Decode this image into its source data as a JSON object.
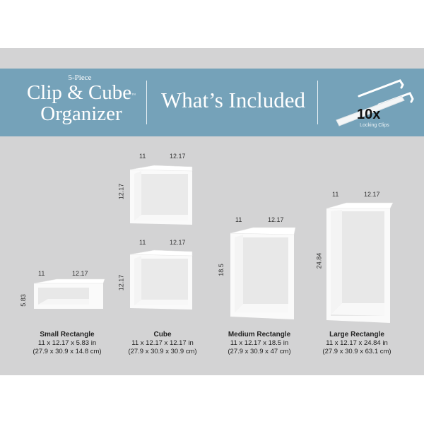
{
  "header": {
    "pretitle": "5-Piece",
    "title_line1": "Clip & Cube",
    "trademark": "™",
    "title_line2": "Organizer",
    "section_title": "What’s Included",
    "clips": {
      "count": "10x",
      "label": "Locking Clips",
      "icon": "locking-clip-icon"
    }
  },
  "colors": {
    "banner": "#75a2b9",
    "panel": "#d3d3d4",
    "box": "#ffffff"
  },
  "products": [
    {
      "name": "Small Rectangle",
      "inches": "11 x 12.17 x 5.83 in",
      "cm": "(27.9 x 30.9 x 14.8 cm)",
      "depth": "11",
      "width": "12.17",
      "height": "5.83"
    },
    {
      "name": "Cube",
      "inches": "11 x 12.17 x 12.17 in",
      "cm": "(27.9 x 30.9 x 30.9 cm)",
      "depth": "11",
      "width": "12.17",
      "height": "12.17"
    },
    {
      "name": "Medium Rectangle",
      "inches": "11 x 12.17 x 18.5 in",
      "cm": "(27.9 x 30.9 x 47 cm)",
      "depth": "11",
      "width": "12.17",
      "height": "18.5"
    },
    {
      "name": "Large Rectangle",
      "inches": "11 x 12.17 x 24.84 in",
      "cm": "(27.9 x 30.9 x 63.1 cm)",
      "depth": "11",
      "width": "12.17",
      "height": "24.84"
    }
  ],
  "top_cube": {
    "depth": "11",
    "width": "12.17",
    "height": "12.17"
  }
}
